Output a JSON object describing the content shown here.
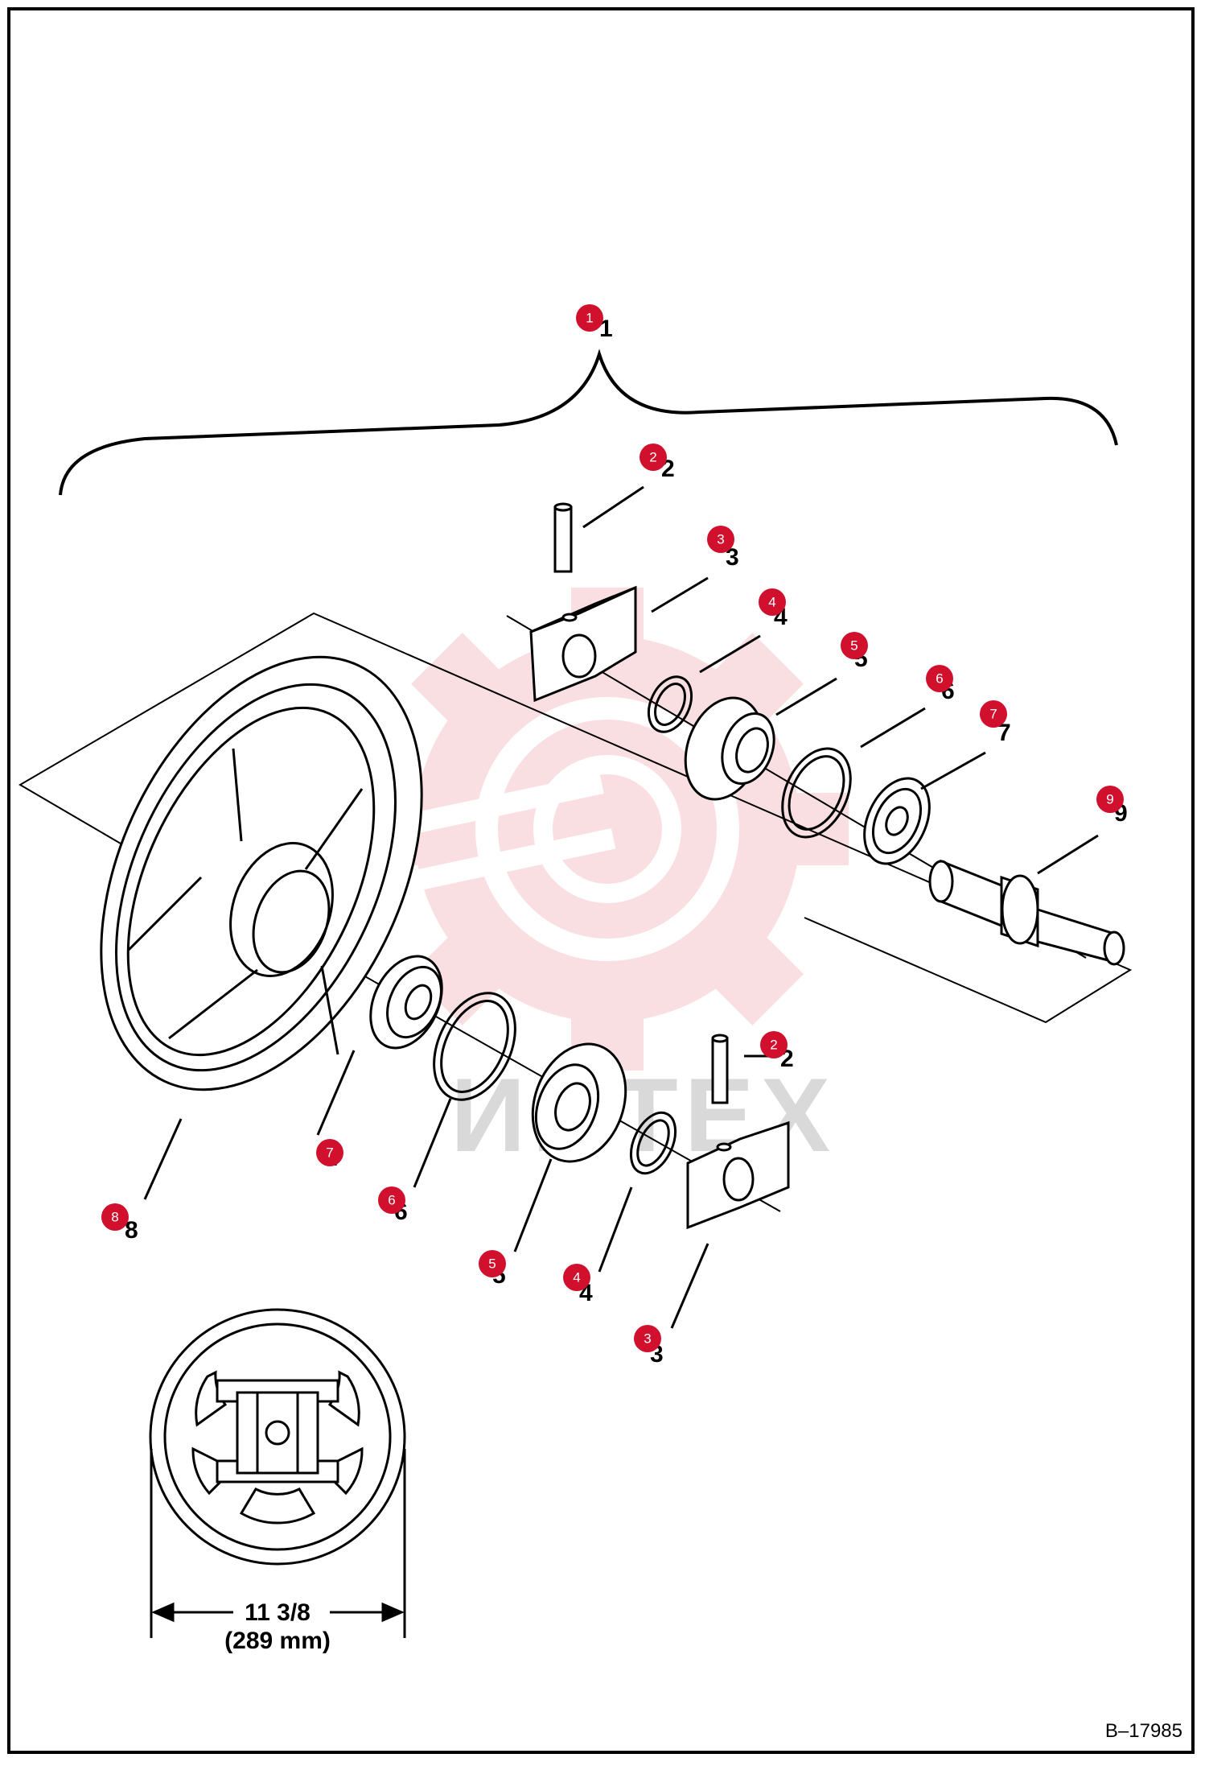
{
  "figure_code": "B–17985",
  "dimension": {
    "imperial": "11 3/8",
    "metric": "(289 mm)"
  },
  "watermark_text": "ИНТЕХ",
  "colors": {
    "marker": "#d0102c",
    "line": "#000000",
    "watermark": "#f7c6cc"
  },
  "callouts": [
    {
      "id": "callout-1",
      "number": "1"
    },
    {
      "id": "callout-2-top",
      "number": "2"
    },
    {
      "id": "callout-3-top",
      "number": "3"
    },
    {
      "id": "callout-4-top",
      "number": "4"
    },
    {
      "id": "callout-5-top",
      "number": "5"
    },
    {
      "id": "callout-6-top",
      "number": "6"
    },
    {
      "id": "callout-7-top",
      "number": "7"
    },
    {
      "id": "callout-9",
      "number": "9"
    },
    {
      "id": "callout-2-bottom",
      "number": "2"
    },
    {
      "id": "callout-7-bottom",
      "number": "7"
    },
    {
      "id": "callout-8",
      "number": "8"
    },
    {
      "id": "callout-6-bottom",
      "number": "6"
    },
    {
      "id": "callout-5-bottom",
      "number": "5"
    },
    {
      "id": "callout-4-bottom",
      "number": "4"
    },
    {
      "id": "callout-3-bottom",
      "number": "3"
    }
  ]
}
